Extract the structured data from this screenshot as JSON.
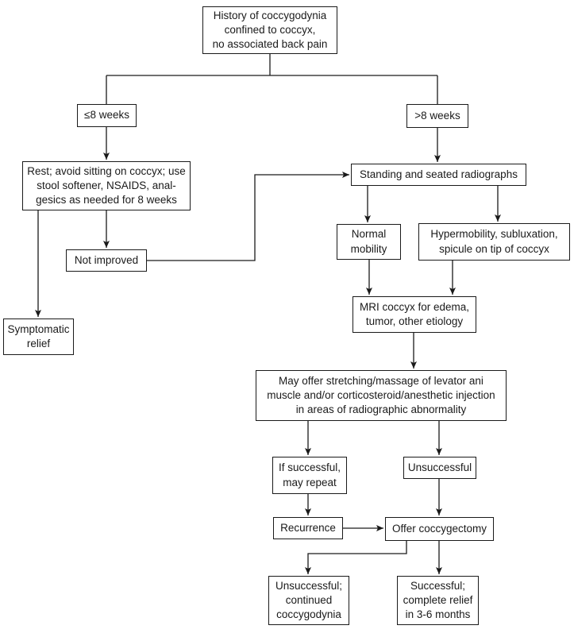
{
  "colors": {
    "background": "#ffffff",
    "box_border": "#1a1a1a",
    "line": "#1a1a1a",
    "text": "#1a1a1a"
  },
  "nodes": {
    "history": {
      "label": "History of coccygodynia\nconfined to coccyx,\nno associated back pain"
    },
    "le8_weeks": {
      "label": "≤8 weeks"
    },
    "gt8_weeks": {
      "label": ">8 weeks"
    },
    "rest": {
      "label": "Rest; avoid sitting on coccyx; use\nstool softener, NSAIDS, anal-\ngesics as needed for 8 weeks"
    },
    "radiographs": {
      "label": "Standing and seated radiographs"
    },
    "normal_mobility": {
      "label": "Normal\nmobility"
    },
    "hypermobility": {
      "label": "Hypermobility, subluxation,\nspicule on tip of coccyx"
    },
    "not_improved": {
      "label": "Not improved"
    },
    "mri": {
      "label": "MRI coccyx for edema,\ntumor, other etiology"
    },
    "symptomatic_relief": {
      "label": "Symptomatic\nrelief"
    },
    "may_offer": {
      "label": "May offer stretching/massage of levator ani\nmuscle and/or corticosteroid/anesthetic injection\nin areas of radiographic abnormality"
    },
    "if_successful": {
      "label": "If successful,\nmay repeat"
    },
    "unsuccessful": {
      "label": "Unsuccessful"
    },
    "recurrence": {
      "label": "Recurrence"
    },
    "offer_coccygectomy": {
      "label": "Offer coccygectomy"
    },
    "unsuccessful_continued": {
      "label": "Unsuccessful;\ncontinued\ncoccygodynia"
    },
    "successful_relief": {
      "label": "Successful;\ncomplete relief\nin 3-6 months"
    }
  },
  "edges": [
    {
      "from": "history",
      "to": "le8_weeks",
      "arrow": false
    },
    {
      "from": "history",
      "to": "gt8_weeks",
      "arrow": false
    },
    {
      "from": "le8_weeks",
      "to": "rest",
      "arrow": true
    },
    {
      "from": "gt8_weeks",
      "to": "radiographs",
      "arrow": true
    },
    {
      "from": "rest",
      "to": "symptomatic_relief",
      "arrow": true
    },
    {
      "from": "rest",
      "to": "not_improved",
      "arrow": true
    },
    {
      "from": "not_improved",
      "to": "radiographs",
      "arrow": true
    },
    {
      "from": "radiographs",
      "to": "normal_mobility",
      "arrow": true
    },
    {
      "from": "radiographs",
      "to": "hypermobility",
      "arrow": true
    },
    {
      "from": "normal_mobility",
      "to": "mri",
      "arrow": true
    },
    {
      "from": "hypermobility",
      "to": "mri",
      "arrow": true
    },
    {
      "from": "mri",
      "to": "may_offer",
      "arrow": true
    },
    {
      "from": "may_offer",
      "to": "if_successful",
      "arrow": true
    },
    {
      "from": "may_offer",
      "to": "unsuccessful",
      "arrow": true
    },
    {
      "from": "if_successful",
      "to": "recurrence",
      "arrow": true
    },
    {
      "from": "unsuccessful",
      "to": "offer_coccygectomy",
      "arrow": true
    },
    {
      "from": "recurrence",
      "to": "offer_coccygectomy",
      "arrow": true
    },
    {
      "from": "offer_coccygectomy",
      "to": "unsuccessful_continued",
      "arrow": true
    },
    {
      "from": "offer_coccygectomy",
      "to": "successful_relief",
      "arrow": true
    }
  ]
}
